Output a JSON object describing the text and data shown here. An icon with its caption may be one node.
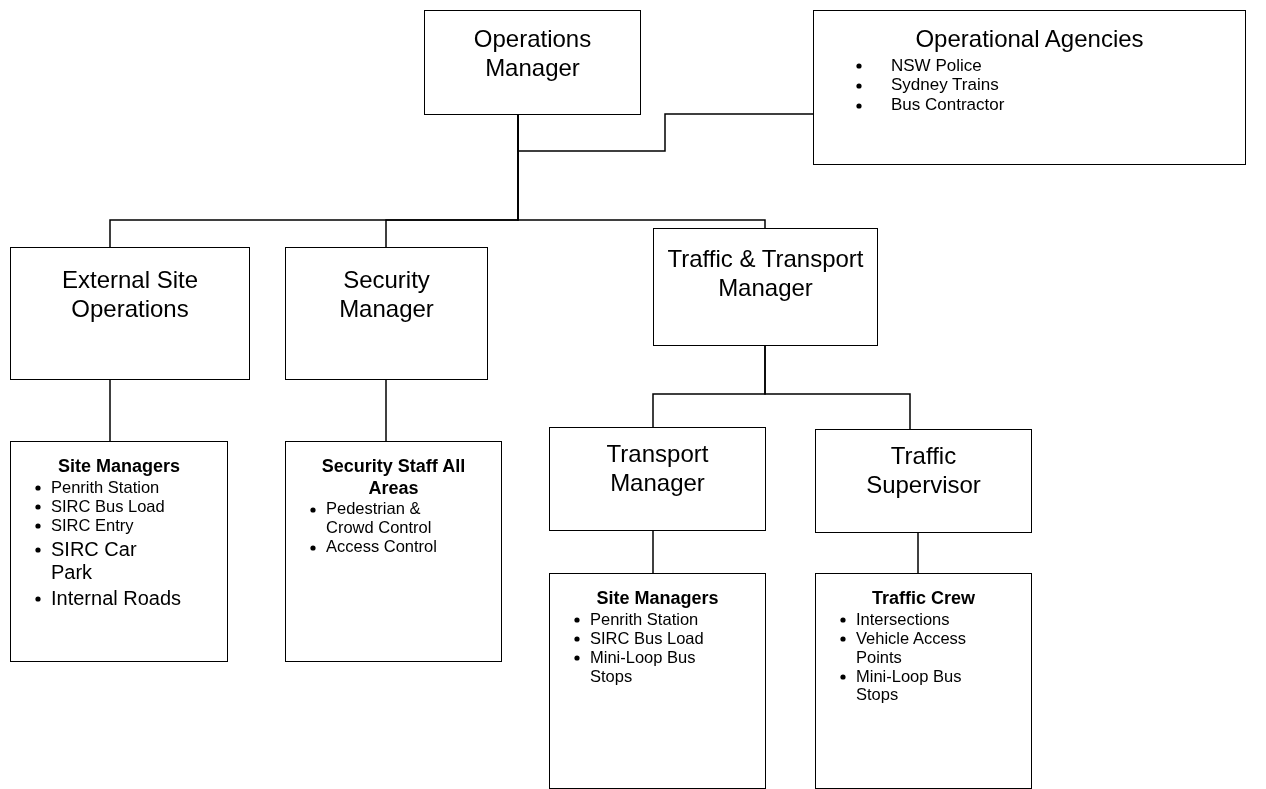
{
  "diagram": {
    "nodes": [
      {
        "text": [
          "Operations Manager"
        ]
      },
      {
        "text": [
          "Operational Agencies",
          "NSW Police",
          "Sydney Trains",
          "Bus Contractor"
        ]
      },
      {
        "text": [
          "External Site Operations"
        ]
      },
      {
        "text": [
          "Security Manager"
        ]
      },
      {
        "text": [
          "Traffic & Transport Manager"
        ]
      },
      {
        "text": [
          "Site Managers",
          "Penrith Station",
          "SIRC Bus Load",
          "SIRC Entry",
          "SIRC Car Park",
          "Internal Roads"
        ]
      },
      {
        "text": [
          "Security Staff All Areas",
          "Pedestrian & Crowd Control",
          "Access Control"
        ]
      },
      {
        "text": [
          "Transport Manager"
        ]
      },
      {
        "text": [
          "Traffic Supervisor"
        ]
      },
      {
        "text": [
          "Site Managers",
          "Penrith Station",
          "SIRC Bus Load",
          "Mini-Loop Bus Stops"
        ]
      },
      {
        "text": [
          "Traffic Crew",
          "Intersections",
          "Vehicle Access Points",
          "Mini-Loop Bus Stops"
        ]
      }
    ],
    "edges": [
      {
        "from": 0,
        "to": 1,
        "arrow": "none"
      },
      {
        "from": 0,
        "to": 2,
        "arrow": "none"
      },
      {
        "from": 0,
        "to": 3,
        "arrow": "none"
      },
      {
        "from": 0,
        "to": 4,
        "arrow": "none"
      },
      {
        "from": 2,
        "to": 5,
        "arrow": "none"
      },
      {
        "from": 3,
        "to": 6,
        "arrow": "none"
      },
      {
        "from": 4,
        "to": 7,
        "arrow": "none"
      },
      {
        "from": 4,
        "to": 8,
        "arrow": "none"
      },
      {
        "from": 7,
        "to": 9,
        "arrow": "none"
      },
      {
        "from": 8,
        "to": 10,
        "arrow": "none"
      }
    ]
  }
}
